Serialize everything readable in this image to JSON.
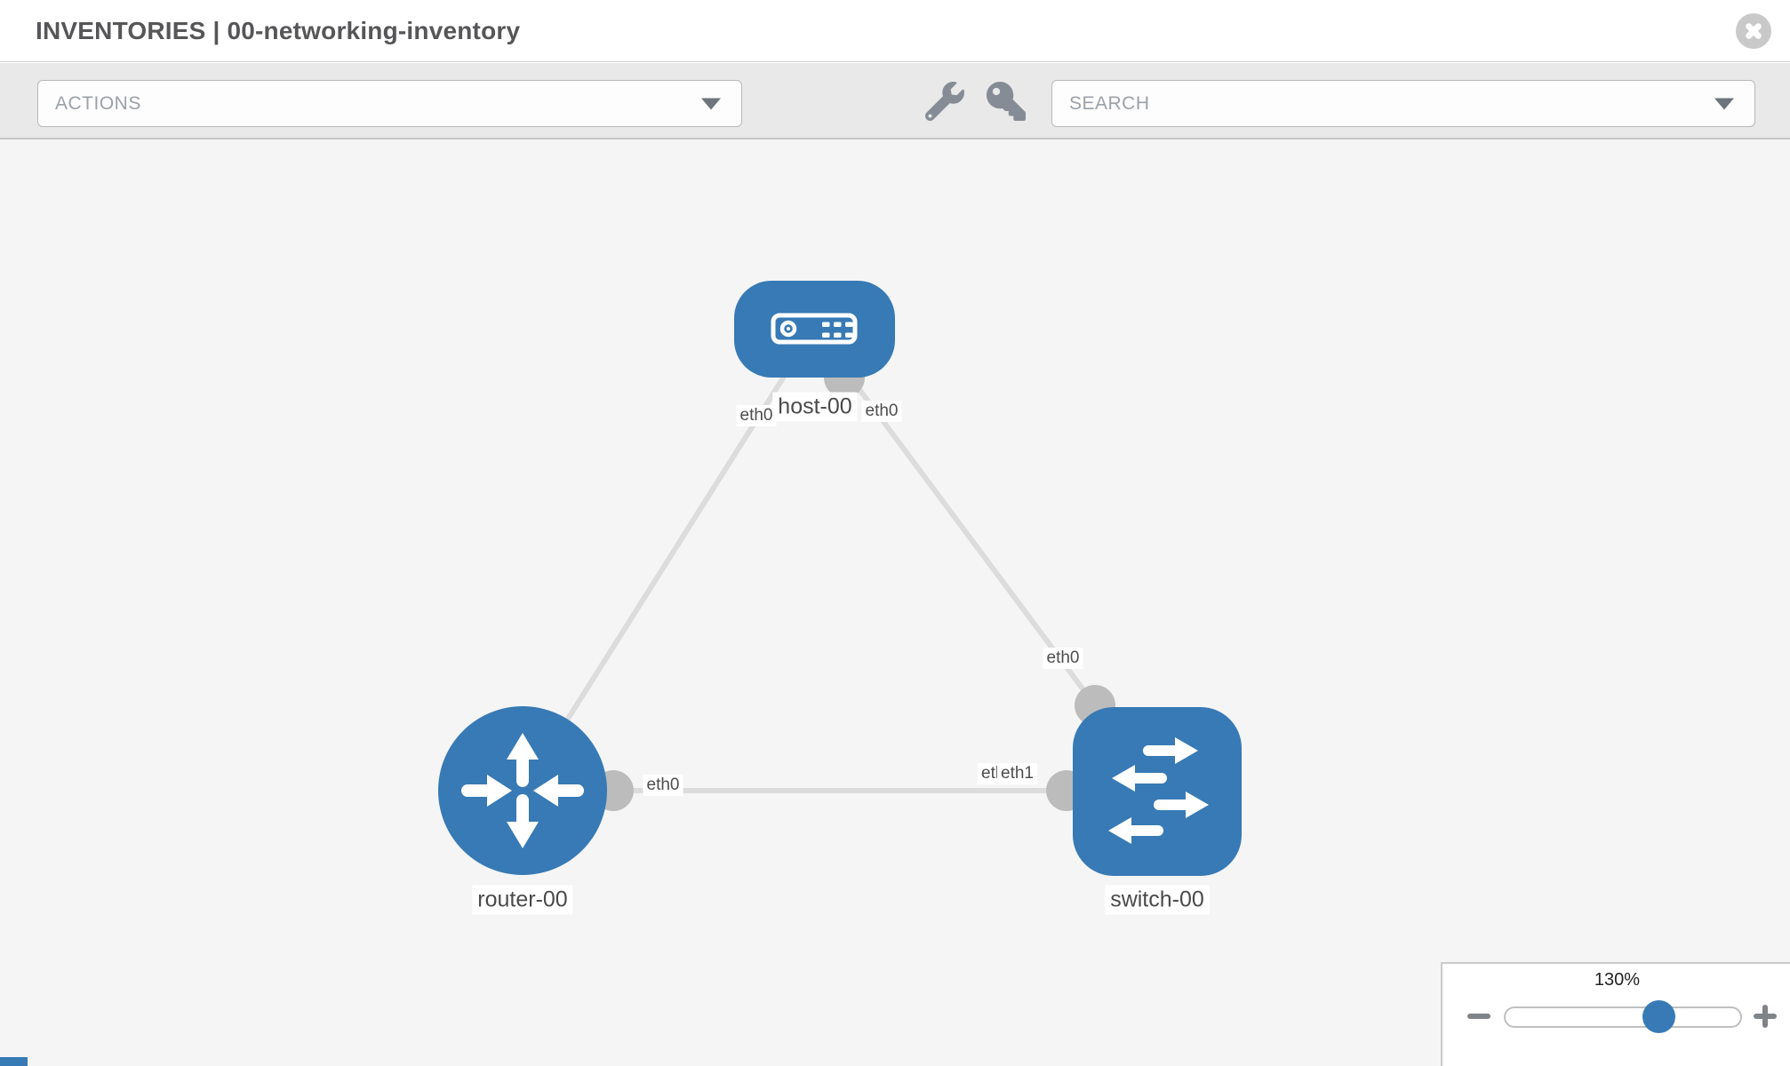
{
  "header": {
    "title": "INVENTORIES | 00-networking-inventory",
    "close_icon": "close-icon"
  },
  "toolbar": {
    "actions_label": "ACTIONS",
    "search_placeholder": "SEARCH",
    "icons": [
      "wrench-icon",
      "key-icon"
    ]
  },
  "topology": {
    "nodes": [
      {
        "id": "host-00",
        "type": "host",
        "label": "host-00",
        "shape": "rounded-rect",
        "color": "#377ab5"
      },
      {
        "id": "router-00",
        "type": "router",
        "label": "router-00",
        "shape": "circle",
        "color": "#377ab5"
      },
      {
        "id": "switch-00",
        "type": "switch",
        "label": "switch-00",
        "shape": "rounded-square",
        "color": "#377ab5"
      }
    ],
    "links": [
      {
        "source": "host-00",
        "target": "router-00",
        "source_interface": "eth0",
        "target_interface": "eth0"
      },
      {
        "source": "host-00",
        "target": "switch-00",
        "source_interface": "eth0",
        "target_interface": "eth0"
      },
      {
        "source": "router-00",
        "target": "switch-00",
        "source_interface": "eth0",
        "target_interface": "eth1"
      }
    ],
    "labels": {
      "host": "host-00",
      "router": "router-00",
      "switch": "switch-00",
      "host_if_left": "eth0",
      "host_if_right": "eth0",
      "router_switch_if_router_side": "eth0",
      "switch_host_if": "eth0",
      "router_switch_if_back": "eth0",
      "router_switch_if_front": "eth1"
    }
  },
  "zoom_control": {
    "value_label": "130%",
    "percent": 65,
    "minus_icon": "minus-icon",
    "plus_icon": "plus-icon"
  },
  "colors": {
    "node_blue": "#377ab5",
    "link_gray": "#dcdcdc",
    "connector_gray": "#bcbcbc",
    "toolbar_bg": "#e9e9ea",
    "canvas_bg": "#f5f5f6"
  }
}
